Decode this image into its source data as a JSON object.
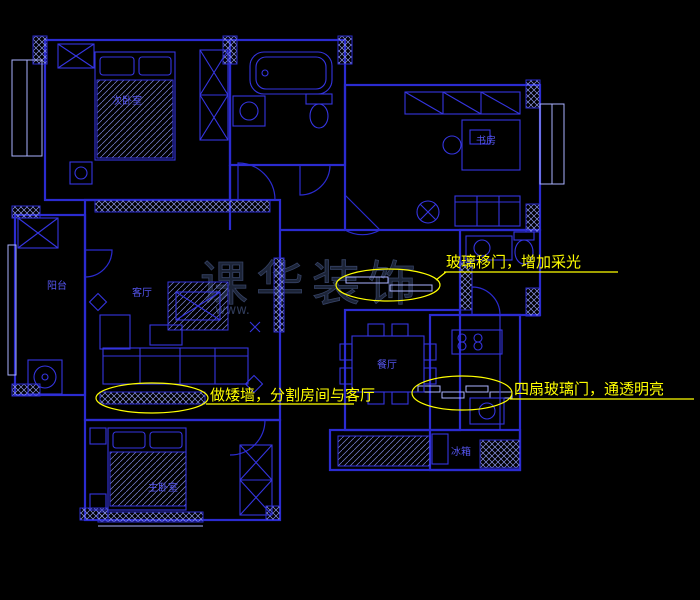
{
  "colors": {
    "bg": "#000000",
    "line": "#2b2bd0",
    "furn": "#3535e0",
    "bright": "#aab2ff",
    "label": "#5656f0",
    "accent": "#ffff00",
    "wm": "#20283d",
    "wmstroke": "#3c4a70"
  },
  "rooms": [
    {
      "id": "secondary-bedroom",
      "label": "次卧室"
    },
    {
      "id": "study",
      "label": "书房"
    },
    {
      "id": "balcony",
      "label": "阳台"
    },
    {
      "id": "living-room",
      "label": "客厅"
    },
    {
      "id": "dining-room",
      "label": "餐厅"
    },
    {
      "id": "master-bedroom",
      "label": "主卧室"
    },
    {
      "id": "fridge",
      "label": "冰箱"
    }
  ],
  "annotations": [
    {
      "id": "glass-sliding-door",
      "text": "玻璃移门，增加采光"
    },
    {
      "id": "low-wall",
      "text": "做矮墙，分割房间与客厅"
    },
    {
      "id": "four-glass-doors",
      "text": "四扇玻璃门，通透明亮"
    }
  ],
  "watermark": {
    "text": "课华装饰",
    "subtext": "www."
  }
}
